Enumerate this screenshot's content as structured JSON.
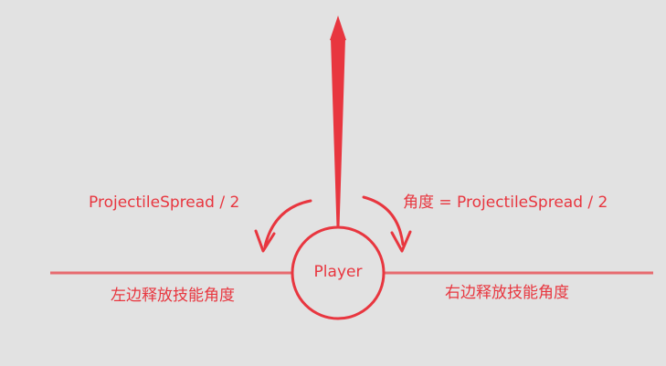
{
  "diagram": {
    "player_label": "Player",
    "left_spread_label": "ProjectileSpread / 2",
    "right_spread_label": "角度 = ProjectileSpread / 2",
    "left_zone_label": "左边释放技能角度",
    "right_zone_label": "右边释放技能角度",
    "colors": {
      "background": "#e2e2e2",
      "accent": "#e8363f",
      "line": "#e76a6f"
    }
  }
}
